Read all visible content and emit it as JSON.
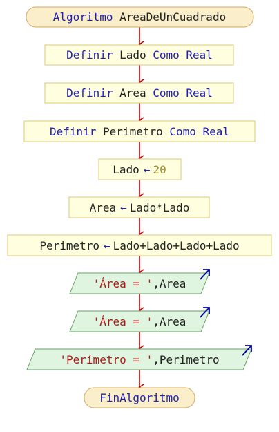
{
  "colors": {
    "edge": "#c00000",
    "io_arrow": "#0000a0",
    "terminal_fill": "#fbeecb",
    "terminal_stroke": "#d4a862",
    "process_fill": "#ffffe0",
    "process_stroke": "#dcc87a",
    "io_fill": "#e0f5e0",
    "io_stroke": "#66a066",
    "keyword": "#1f1fb4",
    "identifier": "#222222",
    "number": "#a08a2a",
    "string": "#b01818"
  },
  "nodes": {
    "start": {
      "kw": "Algoritmo",
      "name": "AreaDeUnCuadrado"
    },
    "def_lado": {
      "kw1": "Definir",
      "var": "Lado",
      "kw2": "Como",
      "type": "Real"
    },
    "def_area": {
      "kw1": "Definir",
      "var": "Area",
      "kw2": "Como",
      "type": "Real"
    },
    "def_perimetro": {
      "kw1": "Definir",
      "var": "Perimetro",
      "kw2": "Como",
      "type": "Real"
    },
    "assign_lado": {
      "target": "Lado",
      "arrow": "←",
      "value": "20"
    },
    "assign_area": {
      "target": "Area",
      "arrow": "←",
      "expr": "Lado*Lado"
    },
    "assign_perimetro": {
      "target": "Perimetro",
      "arrow": "←",
      "expr": "Lado+Lado+Lado+Lado"
    },
    "out_area_1": {
      "str": "'Área = '",
      "sep": ",",
      "var": "Area"
    },
    "out_area_2": {
      "str": "'Área = '",
      "sep": ",",
      "var": "Area"
    },
    "out_perimetro": {
      "str": "'Perímetro = '",
      "sep": ",",
      "var": "Perimetro"
    },
    "end": {
      "kw": "FinAlgoritmo"
    }
  }
}
